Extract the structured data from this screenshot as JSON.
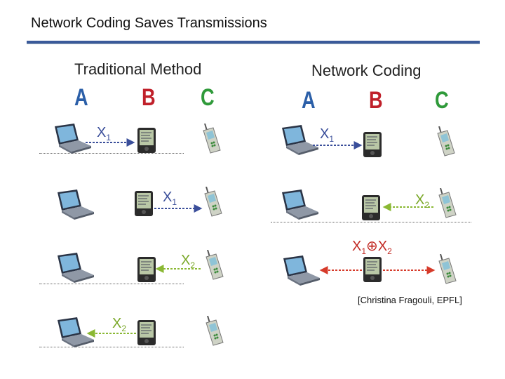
{
  "slide_title": "Network Coding Saves Transmissions",
  "citation": "[Christina Fragouli, EPFL]",
  "traditional": {
    "heading": "Traditional Method",
    "nodes": {
      "a": "A",
      "b": "B",
      "c": "C"
    },
    "steps": [
      {
        "packet": "X",
        "sub": "1",
        "from": "A",
        "to": "B"
      },
      {
        "packet": "X",
        "sub": "1",
        "from": "B",
        "to": "C"
      },
      {
        "packet": "X",
        "sub": "2",
        "from": "C",
        "to": "B"
      },
      {
        "packet": "X",
        "sub": "2",
        "from": "B",
        "to": "A"
      }
    ]
  },
  "coding": {
    "heading": "Network Coding",
    "nodes": {
      "a": "A",
      "b": "B",
      "c": "C"
    },
    "steps": [
      {
        "packet": "X",
        "sub": "1",
        "from": "A",
        "to": "B"
      },
      {
        "packet": "X",
        "sub": "2",
        "from": "C",
        "to": "B"
      },
      {
        "packet": "X1⊕X2",
        "xor_left": "X",
        "xor_left_sub": "1",
        "xor_right": "X",
        "xor_right_sub": "2",
        "xor_symbol": "⊕",
        "from": "B",
        "to": "A and C"
      }
    ]
  },
  "colors": {
    "x1_arrow": "#3a4e9a",
    "x2_arrow": "#8ab833",
    "xor_arrow": "#d63a2a",
    "node_a": "#2b5fa8",
    "node_b": "#c0202a",
    "node_c": "#2f9a3a",
    "title_rule": "#3a5a9a"
  },
  "icons": [
    "laptop-icon",
    "pda-icon",
    "phone-icon"
  ]
}
